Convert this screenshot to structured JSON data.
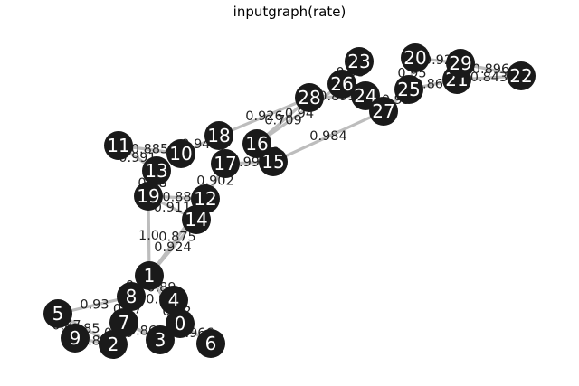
{
  "title": "inputgraph(rate)",
  "colors": {
    "node": "#1a1a1a",
    "edge": "#bdbdbd",
    "node_label": "#ffffff",
    "edge_label": "#222222"
  },
  "nodes": [
    {
      "id": "0"
    },
    {
      "id": "1"
    },
    {
      "id": "2"
    },
    {
      "id": "3"
    },
    {
      "id": "4"
    },
    {
      "id": "5"
    },
    {
      "id": "6"
    },
    {
      "id": "7"
    },
    {
      "id": "8"
    },
    {
      "id": "9"
    },
    {
      "id": "10"
    },
    {
      "id": "11"
    },
    {
      "id": "12"
    },
    {
      "id": "13"
    },
    {
      "id": "14"
    },
    {
      "id": "15"
    },
    {
      "id": "16"
    },
    {
      "id": "17"
    },
    {
      "id": "18"
    },
    {
      "id": "19"
    },
    {
      "id": "20"
    },
    {
      "id": "21"
    },
    {
      "id": "22"
    },
    {
      "id": "23"
    },
    {
      "id": "24"
    },
    {
      "id": "25"
    },
    {
      "id": "26"
    },
    {
      "id": "27"
    },
    {
      "id": "28"
    },
    {
      "id": "29"
    }
  ],
  "edges": [
    {
      "source": "1",
      "target": "14",
      "weight": "0.924"
    },
    {
      "source": "1",
      "target": "12",
      "weight": "0.875"
    },
    {
      "source": "1",
      "target": "19",
      "weight": "1.0"
    },
    {
      "source": "1",
      "target": "8",
      "weight": "0.78"
    },
    {
      "source": "1",
      "target": "4",
      "weight": "0.89"
    },
    {
      "source": "1",
      "target": "0",
      "weight": "0.906"
    },
    {
      "source": "8",
      "target": "5",
      "weight": "0.93"
    },
    {
      "source": "8",
      "target": "7",
      "weight": "0.97"
    },
    {
      "source": "5",
      "target": "9",
      "weight": "0.87"
    },
    {
      "source": "5",
      "target": "2",
      "weight": "0.85"
    },
    {
      "source": "7",
      "target": "2",
      "weight": "0.90"
    },
    {
      "source": "7",
      "target": "3",
      "weight": "0.86"
    },
    {
      "source": "3",
      "target": "0",
      "weight": "0.90"
    },
    {
      "source": "0",
      "target": "6",
      "weight": "0.966"
    },
    {
      "source": "0",
      "target": "4",
      "weight": "0.92"
    },
    {
      "source": "9",
      "target": "2",
      "weight": "0.87"
    },
    {
      "source": "11",
      "target": "10",
      "weight": "0.885"
    },
    {
      "source": "11",
      "target": "13",
      "weight": "0.991"
    },
    {
      "source": "10",
      "target": "18",
      "weight": "0.949"
    },
    {
      "source": "13",
      "target": "19",
      "weight": "0.88"
    },
    {
      "source": "19",
      "target": "14",
      "weight": "0.911"
    },
    {
      "source": "19",
      "target": "12",
      "weight": "0.88"
    },
    {
      "source": "12",
      "target": "17",
      "weight": "0.902"
    },
    {
      "source": "17",
      "target": "15",
      "weight": "0.998"
    },
    {
      "source": "16",
      "target": "15",
      "weight": "0.88"
    },
    {
      "source": "18",
      "target": "28",
      "weight": "0.926"
    },
    {
      "source": "16",
      "target": "28",
      "weight": "0.709"
    },
    {
      "source": "16",
      "target": "26",
      "weight": "0.94"
    },
    {
      "source": "28",
      "target": "24",
      "weight": "0.893"
    },
    {
      "source": "15",
      "target": "27",
      "weight": "0.984"
    },
    {
      "source": "23",
      "target": "26",
      "weight": "0.95"
    },
    {
      "source": "26",
      "target": "24",
      "weight": "0.86"
    },
    {
      "source": "24",
      "target": "27",
      "weight": "0.97"
    },
    {
      "source": "25",
      "target": "27",
      "weight": "0.93"
    },
    {
      "source": "25",
      "target": "20",
      "weight": "0.95"
    },
    {
      "source": "21",
      "target": "22",
      "weight": "0.843"
    },
    {
      "source": "29",
      "target": "22",
      "weight": "0.896"
    },
    {
      "source": "25",
      "target": "21",
      "weight": "0.864"
    },
    {
      "source": "20",
      "target": "29",
      "weight": "0.92"
    }
  ]
}
